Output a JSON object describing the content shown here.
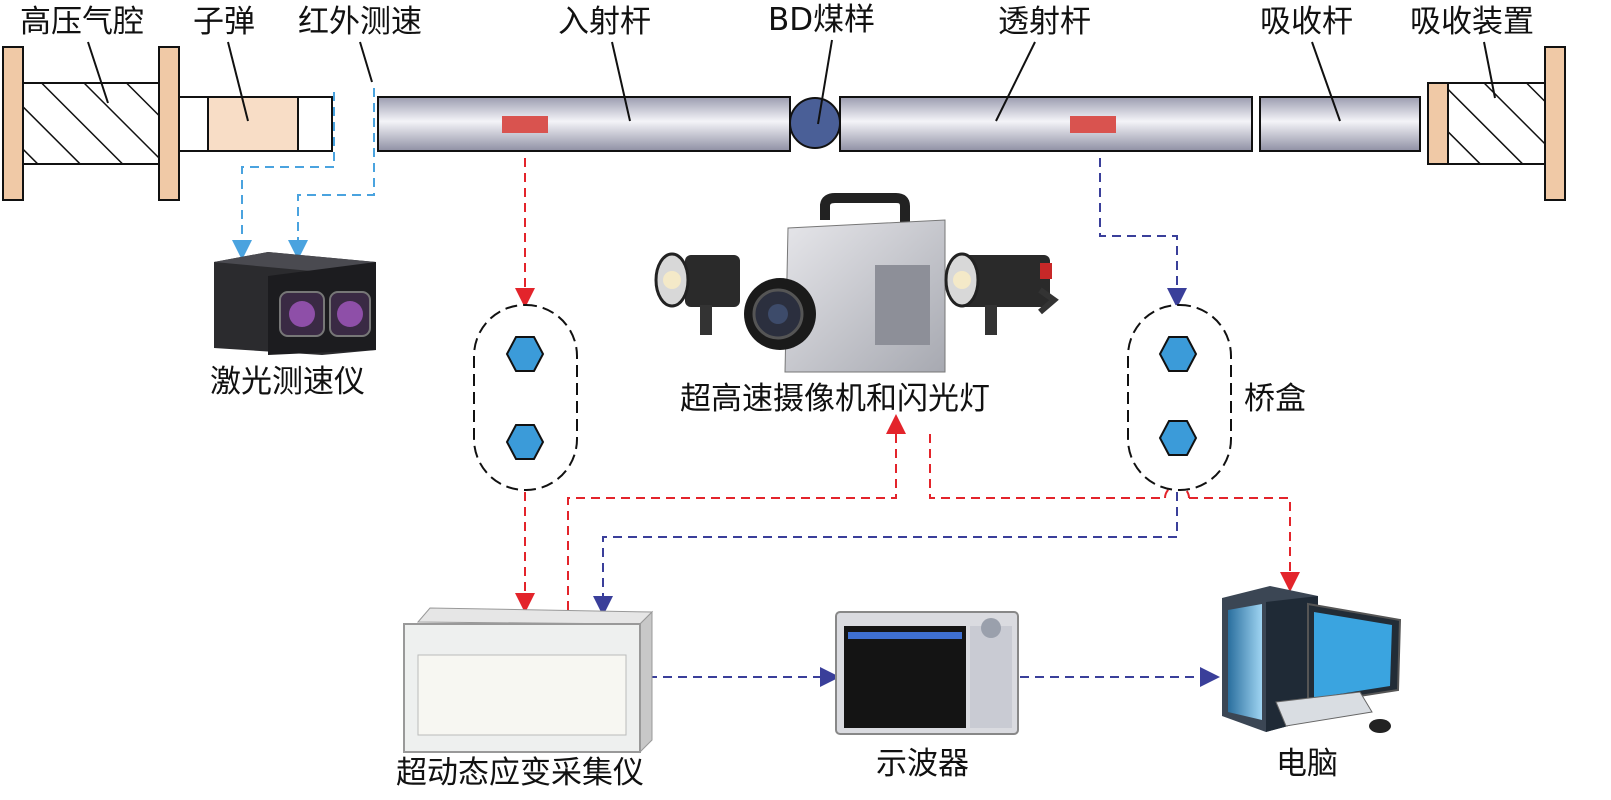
{
  "labels": {
    "gas_chamber": "高压气腔",
    "bullet": "子弹",
    "infrared_speed": "红外测速",
    "incident_bar": "入射杆",
    "coal_sample": "BD煤样",
    "transmission_bar": "透射杆",
    "absorption_bar": "吸收杆",
    "absorption_device": "吸收装置",
    "laser_velocimeter": "激光测速仪",
    "camera_flash": "超高速摄像机和闪光灯",
    "bridge_box": "桥盒",
    "strain_collector": "超动态应变采集仪",
    "oscilloscope": "示波器",
    "computer": "电脑"
  },
  "colors": {
    "red_signal": "#e3242b",
    "blue_signal": "#3a3f9a",
    "light_blue_signal": "#4aa3df",
    "bar_fill": "#c9cad6",
    "sample_fill": "#4a5f97",
    "gauge": "#d9534f",
    "flange": "#f0c9a6",
    "hexagon": "#3b9bd9"
  },
  "icons": [
    "laser-velocimeter-icon",
    "high-speed-camera-icon",
    "flash-lamp-icon",
    "strain-collector-icon",
    "oscilloscope-icon",
    "computer-icon"
  ]
}
